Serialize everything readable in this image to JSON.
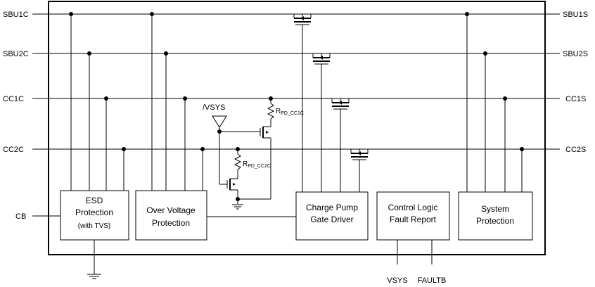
{
  "pins": {
    "left": [
      "SBU1C",
      "SBU2C",
      "CC1C",
      "CC2C",
      "CB"
    ],
    "right": [
      "SBU1S",
      "SBU2S",
      "CC1S",
      "CC2S"
    ],
    "bottom": [
      "VSYS",
      "FAULTB"
    ]
  },
  "blocks": {
    "esd": {
      "line1": "ESD",
      "line2": "Protection",
      "line3": "(with TVS)"
    },
    "ovp": {
      "line1": "Over Voltage",
      "line2": "Protection"
    },
    "cp": {
      "line1": "Charge Pump",
      "line2": "Gate Driver"
    },
    "ctrl": {
      "line1": "Control Logic",
      "line2": "Fault Report"
    },
    "sys": {
      "line1": "System",
      "line2": "Protection"
    }
  },
  "labels": {
    "vsys_inv": "/VSYS",
    "rpd1_main": "R",
    "rpd1_sub": "PD_CC1C",
    "rpd2_main": "R",
    "rpd2_sub": "PD_CC2C"
  }
}
